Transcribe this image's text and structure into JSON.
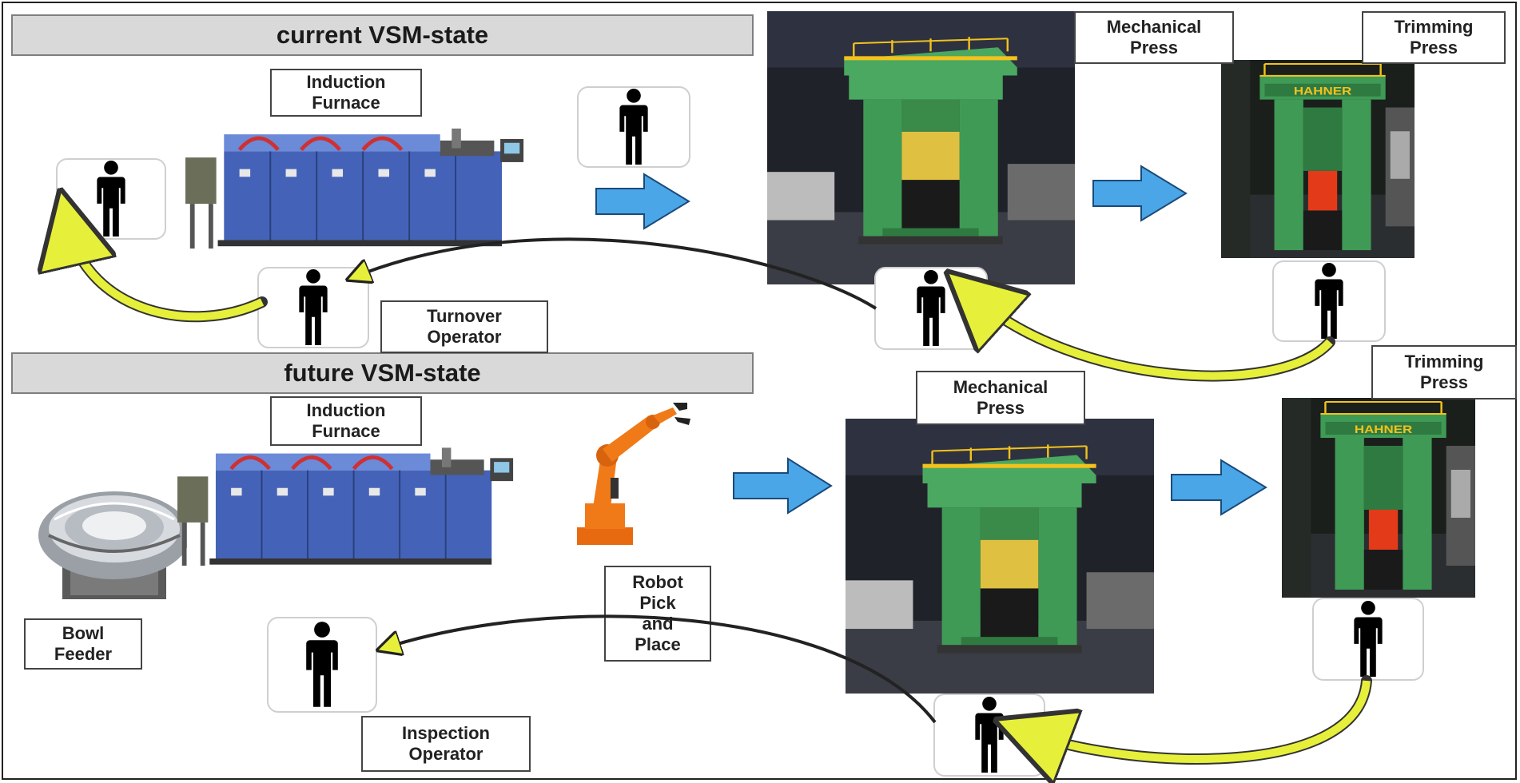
{
  "states": {
    "current": {
      "title": "current VSM-state"
    },
    "future": {
      "title": "future VSM-state"
    }
  },
  "labels": {
    "current_furnace": "Induction\nFurnace",
    "current_mech_press": "Mechanical\nPress",
    "current_trim_press": "Trimming\nPress",
    "turnover_operator": "Turnover\nOperator",
    "future_furnace": "Induction\nFurnace",
    "future_mech_press": "Mechanical\nPress",
    "future_trim_press": "Trimming\nPress",
    "bowl_feeder": "Bowl\nFeeder",
    "robot_pick_place": "Robot\nPick\nand\nPlace",
    "inspection_operator": "Inspection\nOperator"
  },
  "colors": {
    "flow_arrow": "#4aa6e6",
    "return_arrow": "#e6f03a",
    "banner_bg": "#d9d9d9",
    "press_green": "#3f9a55",
    "furnace_blue": "#4463b8",
    "robot_orange": "#f07a18"
  }
}
